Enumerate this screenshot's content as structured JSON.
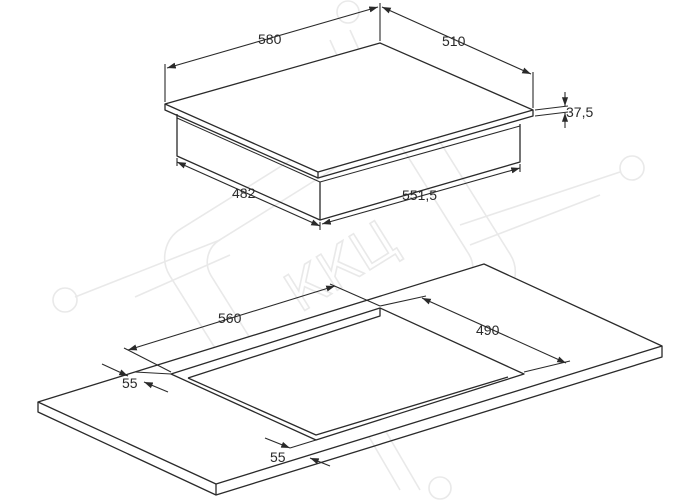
{
  "hob_dimensions": {
    "width": "580",
    "depth": "510",
    "thickness": "37,5",
    "cutout_body_depth": "482",
    "cutout_body_width": "551,5"
  },
  "worktop_dimensions": {
    "cutout_width": "560",
    "cutout_depth": "490",
    "edge_clearance_left": "55",
    "edge_clearance_front": "55"
  },
  "watermark": {
    "text": "ККЦ"
  },
  "colors": {
    "line": "#2a2a2a",
    "watermark": "#e9e9e9",
    "background": "#ffffff"
  }
}
